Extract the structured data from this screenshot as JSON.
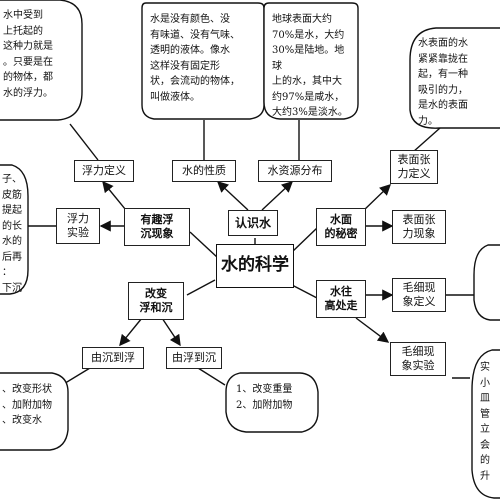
{
  "center": "水的科学",
  "main": {
    "know_water": "认识水",
    "float_sink": "有趣浮\n沉现象",
    "change": "改变\n浮和沉",
    "surface": "水面\n的秘密",
    "rise": "水往\n高处走"
  },
  "sub": {
    "float_def": "浮力定义",
    "properties": "水的性质",
    "distribution": "水资源分布",
    "tension_def": "表面张\n力定义",
    "float_exp": "浮力\n实验",
    "tension_phen": "表面张\n力现象",
    "capillary_def": "毛细现\n象定义",
    "capillary_exp": "毛细现\n象实验",
    "sink_to_float": "由沉到浮",
    "float_to_sink": "由浮到沉"
  },
  "bubbles": {
    "buoyancy": "水中受到\n上托起的\n这种力就是\n。只要是在\n的物体，都\n水的浮力。",
    "properties": "水是没有颜色、没\n有味道、没有气味、\n透明的液体。像水\n这样没有固定形\n状，会流动的物体，\n叫做液体。",
    "distribution": "地球表面大约\n70%是水，大约\n30%是陆地。地球\n上的水，其中大\n约97%是咸水，\n大约3%是淡水。",
    "tension": "水表面的水\n紧紧靠拢在\n起，有一种\n吸引的力，\n是水的表面\n力。",
    "float_exp": "子、\n皮筋\n提起\n的长\n水的\n后再\n：\n下沉",
    "capillary_def": "\n\n\n",
    "sink_to_float": "、改变形状\n、加附加物\n、改变水",
    "float_to_sink": "1、改变重量\n2、加附加物",
    "capillary_exp": "实\n小\n皿\n管\n立\n会\n的\n升"
  }
}
